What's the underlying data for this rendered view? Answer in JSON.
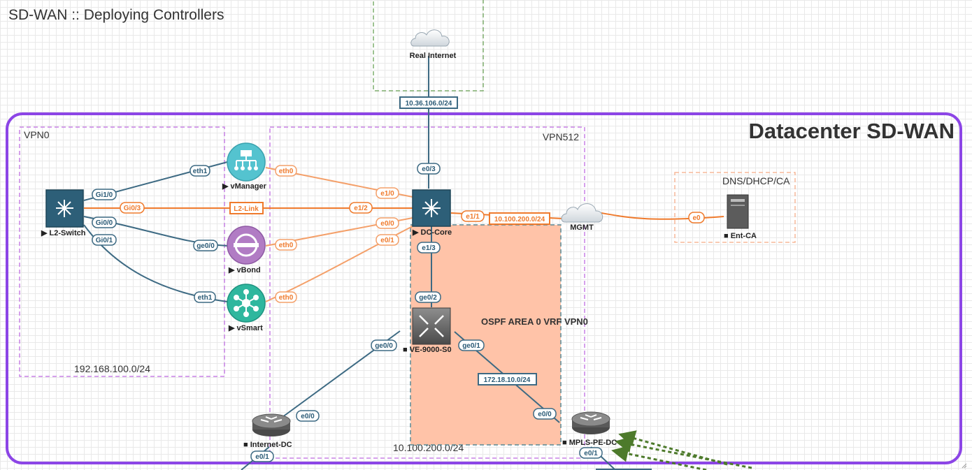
{
  "title": "SD-WAN :: Deploying Controllers",
  "datacenter_title": "Datacenter SD-WAN",
  "zones": {
    "vpn0": "VPN0",
    "vpn512": "VPN512",
    "dns": "DNS/DHCP/CA",
    "subnet_vpn0": "192.168.100.0/24",
    "subnet_vpn512": "10.100.200.0/24",
    "ospf": "OSPF AREA 0 VRF VPN0"
  },
  "nodes": {
    "real_internet": "Real Internet",
    "vmanager": "▶ vManager",
    "vbond": "▶ vBond",
    "vsmart": "▶ vSmart",
    "l2_switch": "▶ L2-Switch",
    "dc_core": "▶ DC-Core",
    "mgmt": "MGMT",
    "ent_ca": "■ Ent-CA",
    "ve_9000": "■ VE-9000-S0",
    "internet_dc": "■ Internet-DC",
    "mpls_pe_dc": "■ MPLS-PE-DC"
  },
  "networks": {
    "internet": "10.36.106.0/24",
    "mgmt": "10.100.200.0/24",
    "transit": "172.18.10.0/24",
    "l2_link": "L2-Link"
  },
  "interfaces": {
    "vmanager_eth1": "eth1",
    "l2_gi1_0": "Gi1/0",
    "l2_gi0_3": "Gi0/3",
    "l2_gi0_0": "Gi0/0",
    "l2_gi0_1": "Gi0/1",
    "vbond_ge0_0": "ge0/0",
    "vsmart_eth1": "eth1",
    "vmanager_eth0": "eth0",
    "vbond_eth0": "eth0",
    "vsmart_eth0": "eth0",
    "core_e1_0": "e1/0",
    "core_e1_2": "e1/2",
    "core_e0_0": "e0/0",
    "core_e0_1": "e0/1",
    "core_e0_3": "e0/3",
    "core_e1_1": "e1/1",
    "core_e1_3": "e1/3",
    "ve_ge0_2": "ge0/2",
    "ve_ge0_0": "ge0/0",
    "ve_ge0_1": "ge0/1",
    "inet_e0_0": "e0/0",
    "inet_e0_1": "e0/1",
    "mpls_e0_0": "e0/0",
    "mpls_e0_1": "e0/1",
    "ca_e0": "e0"
  },
  "colors": {
    "datacenter_border": "#8c45e6",
    "zone_border": "#c882e6",
    "link_blue": "#3d6a83",
    "link_orange": "#ef7a2c",
    "ospf_fill": "#ffc3a8",
    "real_internet_border": "#7fae6e",
    "dns_border": "#f7b89a",
    "mpls_arrows": "#4d7a2b"
  },
  "icons": {
    "cloud": "cloud-icon",
    "vmanager": "vmanager-icon",
    "vbond": "vbond-icon",
    "vsmart": "vsmart-icon",
    "switch": "switch-icon",
    "router": "router-icon",
    "server": "server-icon",
    "ve_router": "ve-router-icon"
  }
}
